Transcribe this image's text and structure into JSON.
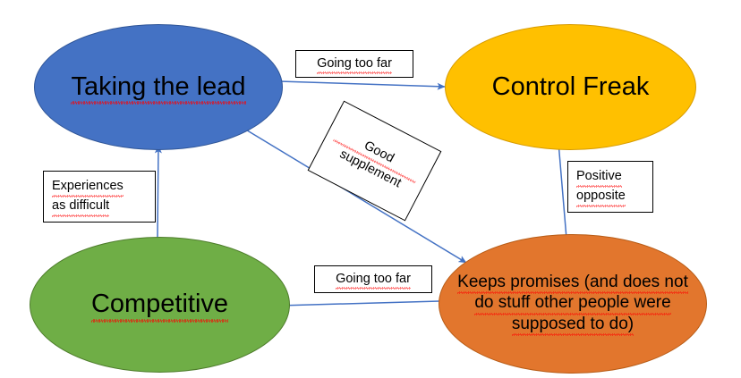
{
  "diagram": {
    "type": "relationship-diagram",
    "background_color": "#FFFFFF",
    "arrow_color": "#4472C4",
    "nodes": [
      {
        "id": "taking-the-lead",
        "label": "Taking the lead",
        "shape": "ellipse",
        "fill": "#4472C4",
        "border": "#2F5597",
        "text_color": "#000000",
        "position": "top-left"
      },
      {
        "id": "control-freak",
        "label": "Control Freak",
        "shape": "ellipse",
        "fill": "#FFC000",
        "border": "#D79B00",
        "text_color": "#000000",
        "position": "top-right"
      },
      {
        "id": "competitive",
        "label": "Competitive",
        "shape": "ellipse",
        "fill": "#6FAE46",
        "border": "#4E7D2C",
        "text_color": "#000000",
        "position": "bottom-left"
      },
      {
        "id": "keeps-promises",
        "label": "Keeps promises (and does not do stuff other people were supposed to do)",
        "line1": "Keeps promises (and does not",
        "line2": "do stuff other people were",
        "line3": "supposed to do)",
        "shape": "ellipse",
        "fill": "#E2762D",
        "border": "#B85C16",
        "text_color": "#000000",
        "position": "bottom-right"
      }
    ],
    "edge_labels": [
      {
        "id": "going-too-far-top",
        "text": "Going too far",
        "from": "taking-the-lead",
        "to": "control-freak",
        "rotation": 0
      },
      {
        "id": "good-supplement",
        "text": "Good supplement",
        "line1": "Good",
        "line2": "supplement",
        "from": "taking-the-lead",
        "to": "keeps-promises",
        "rotation": 27.5
      },
      {
        "id": "experiences-as-difficult",
        "text": "Experiences as difficult",
        "line1": "Experiences",
        "line2": "as difficult",
        "from": "competitive",
        "to": "taking-the-lead",
        "rotation": 0
      },
      {
        "id": "positive-opposite",
        "text": "Positive opposite",
        "line1": "Positive",
        "line2": "opposite",
        "from": "control-freak",
        "to": "keeps-promises",
        "rotation": 0
      },
      {
        "id": "going-too-far-bottom",
        "text": "Going too far",
        "from": "keeps-promises",
        "to": "competitive",
        "rotation": 0
      }
    ],
    "arrows": [
      {
        "id": "arrow-lead-to-freak",
        "from": "taking-the-lead",
        "to": "control-freak"
      },
      {
        "id": "arrow-lead-to-promises",
        "from": "taking-the-lead",
        "to": "keeps-promises"
      },
      {
        "id": "arrow-freak-to-promises",
        "from": "control-freak",
        "to": "keeps-promises"
      },
      {
        "id": "arrow-promises-to-competitive",
        "from": "keeps-promises",
        "to": "competitive"
      },
      {
        "id": "arrow-competitive-to-lead",
        "from": "competitive",
        "to": "taking-the-lead"
      }
    ]
  }
}
